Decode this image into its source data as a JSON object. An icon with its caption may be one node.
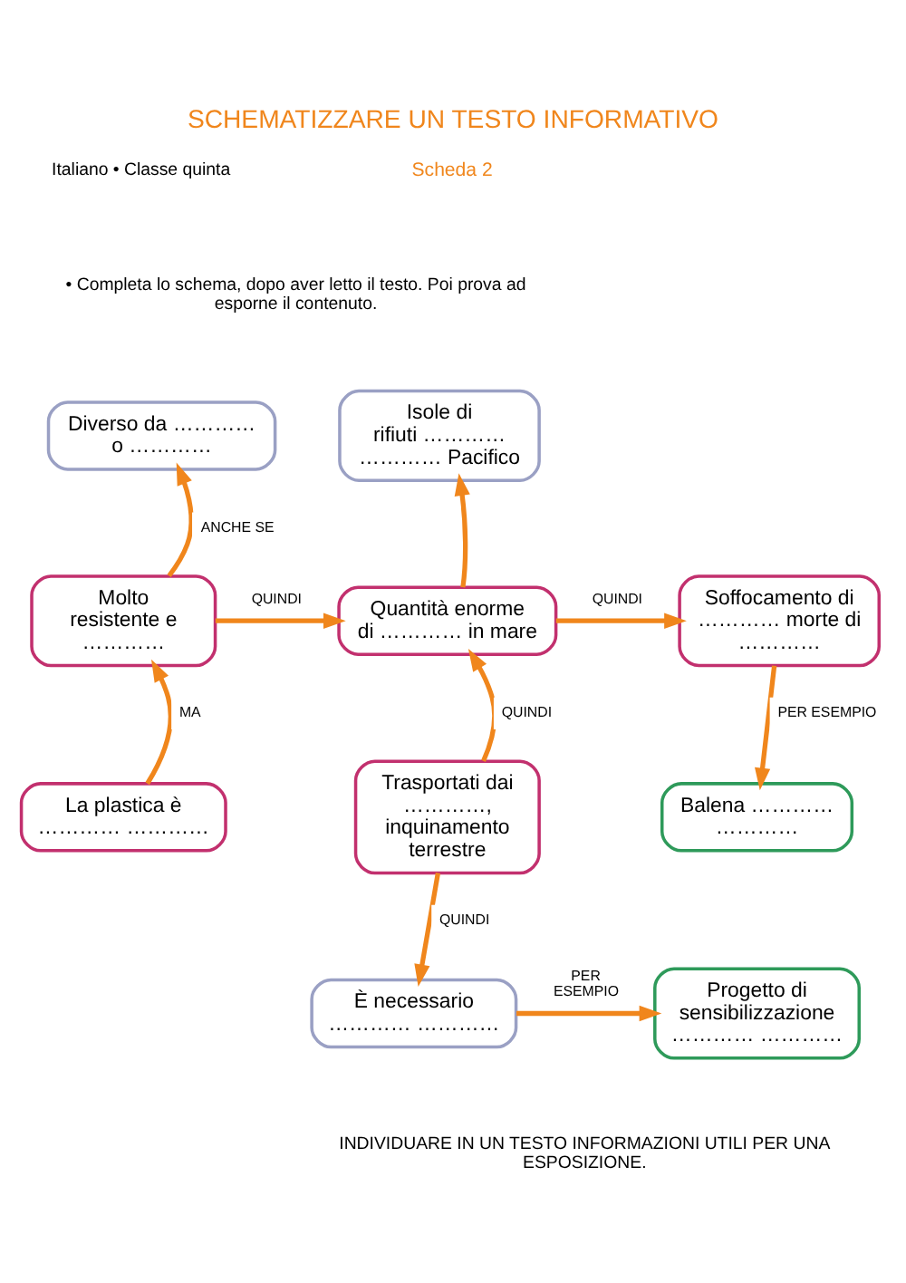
{
  "diagram": {
    "title": "SCHEMATIZZARE UN TESTO INFORMATIVO",
    "nodes": [
      {
        "text": [
          "Diverso da ………… o …………"
        ]
      },
      {
        "text": [
          "Isole di rifiuti ………… ………… Pacifico"
        ]
      },
      {
        "text": [
          "Molto resistente e …………"
        ]
      },
      {
        "text": [
          "Quantità enorme di ………… in mare"
        ]
      },
      {
        "text": [
          "Soffocamento di ………… morte di …………"
        ]
      },
      {
        "text": [
          "La plastica è ………… …………"
        ]
      },
      {
        "text": [
          "Trasportati dai …………, inquinamento terrestre"
        ]
      },
      {
        "text": [
          "Balena ………… …………"
        ]
      },
      {
        "text": [
          "È necessario ………… …………"
        ]
      },
      {
        "text": [
          "Progetto di sensibilizzazione ………… …………"
        ]
      }
    ],
    "edges": [
      {
        "from": 5,
        "to": 2,
        "arrow": "to",
        "label": "MA"
      },
      {
        "from": 2,
        "to": 0,
        "arrow": "to",
        "label": "ANCHE SE"
      },
      {
        "from": 2,
        "to": 3,
        "arrow": "to",
        "label": "QUINDI"
      },
      {
        "from": 3,
        "to": 1,
        "arrow": "to"
      },
      {
        "from": 3,
        "to": 4,
        "arrow": "to",
        "label": "QUINDI"
      },
      {
        "from": 6,
        "to": 3,
        "arrow": "to",
        "label": "QUINDI"
      },
      {
        "from": 4,
        "to": 7,
        "arrow": "to",
        "label": "PER ESEMPIO"
      },
      {
        "from": 6,
        "to": 8,
        "arrow": "to",
        "label": "QUINDI"
      },
      {
        "from": 8,
        "to": 9,
        "arrow": "to",
        "label": "PER ESEMPIO"
      }
    ],
    "labels": [
      "Italiano • Classe quinta",
      "Scheda 2",
      "• Completa lo schema, dopo aver letto il testo. Poi prova ad esporne il contenuto.",
      "INDIVIDUARE IN UN TESTO INFORMAZIONI UTILI PER UNA ESPOSIZIONE."
    ]
  }
}
